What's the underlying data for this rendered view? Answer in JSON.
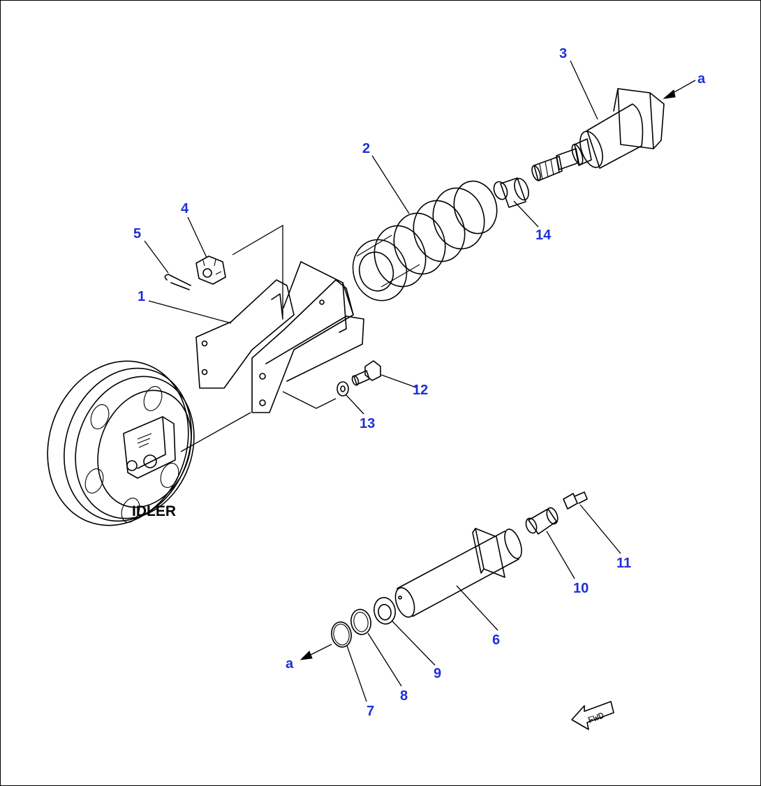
{
  "diagram": {
    "callouts": {
      "c1": "1",
      "c2": "2",
      "c3": "3",
      "c4": "4",
      "c5": "5",
      "c6": "6",
      "c7": "7",
      "c8": "8",
      "c9": "9",
      "c10": "10",
      "c11": "11",
      "c12": "12",
      "c13": "13",
      "c14": "14"
    },
    "arrow_ref_top": "a",
    "arrow_ref_bottom": "a",
    "idler_label": "IDLER",
    "fwd_label": "FWD",
    "callout_color": "#1e2fd6"
  }
}
